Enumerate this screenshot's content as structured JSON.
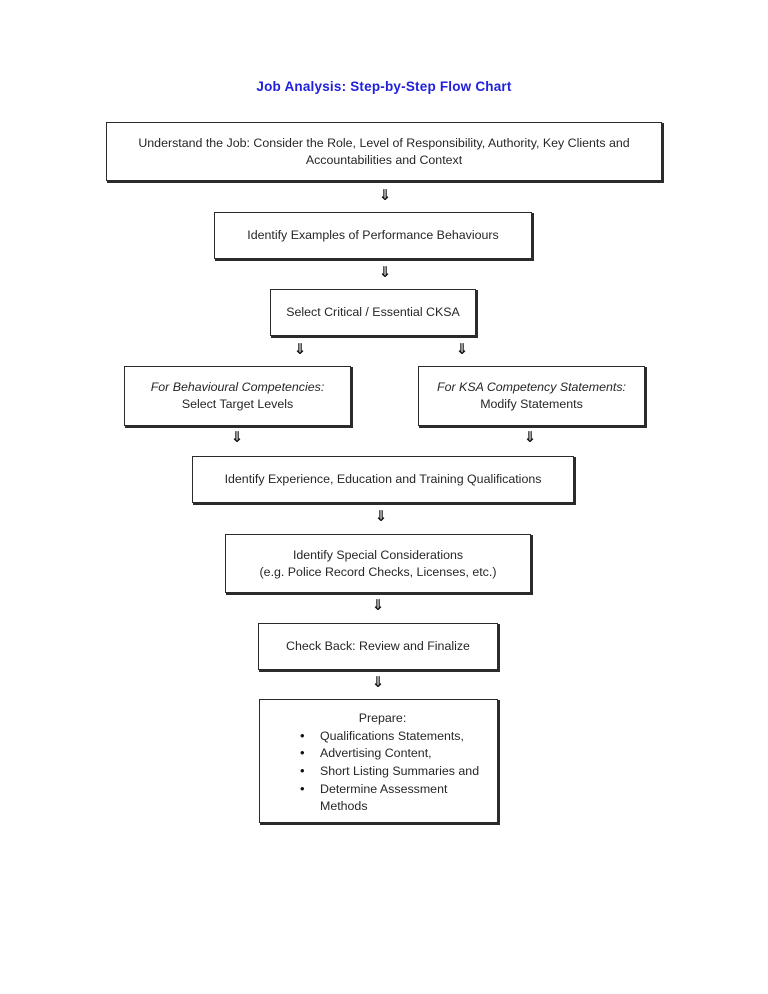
{
  "document": {
    "title": "Job Analysis: Step-by-Step Flow Chart",
    "title_color": "#2020dd",
    "background_color": "#ffffff",
    "box_border_color": "#2b2b2b",
    "text_color": "#262626"
  },
  "arrow": {
    "glyph": "⇓",
    "name": "double-down-arrow"
  },
  "steps": [
    {
      "id": "understand-the-job",
      "lines": [
        {
          "text": "Understand the Job: Consider the Role, Level of Responsibility, Authority, Key Clients and",
          "italic": false
        },
        {
          "text": "Accountabilities and Context",
          "italic": false
        }
      ]
    },
    {
      "id": "identify-performance-behaviours",
      "lines": [
        {
          "text": "Identify Examples of Performance Behaviours",
          "italic": false
        }
      ]
    },
    {
      "id": "select-critical-essential-cksa",
      "lines": [
        {
          "text": "Select Critical / Essential CKSA",
          "italic": false
        }
      ]
    },
    {
      "id": "behavioural-competencies",
      "lines": [
        {
          "text": "For Behavioural Competencies:",
          "italic": true
        },
        {
          "text": "Select Target Levels",
          "italic": false
        }
      ]
    },
    {
      "id": "ksa-competency-statements",
      "lines": [
        {
          "text": "For KSA Competency Statements:",
          "italic": true
        },
        {
          "text": "Modify Statements",
          "italic": false
        }
      ]
    },
    {
      "id": "identify-qualifications",
      "lines": [
        {
          "text": "Identify Experience, Education and Training Qualifications",
          "italic": false
        }
      ]
    },
    {
      "id": "identify-special-considerations",
      "lines": [
        {
          "text": "Identify Special Considerations",
          "italic": false
        },
        {
          "text": "(e.g. Police Record Checks, Licenses, etc.)",
          "italic": false
        }
      ]
    },
    {
      "id": "check-back-review-finalize",
      "lines": [
        {
          "text": "Check Back: Review and Finalize",
          "italic": false
        }
      ]
    }
  ],
  "prepare_step": {
    "id": "prepare",
    "heading": "Prepare:",
    "items": [
      "Qualifications Statements,",
      "Advertising Content,",
      "Short Listing Summaries and",
      "Determine Assessment Methods"
    ]
  }
}
